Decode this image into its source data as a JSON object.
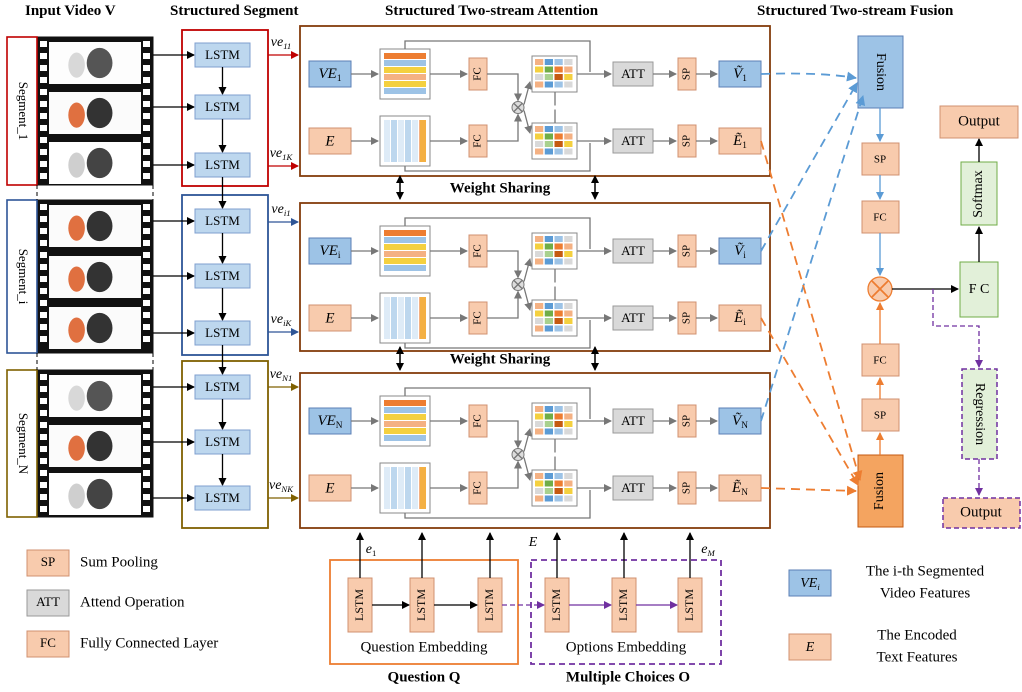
{
  "titles": {
    "input_video": "Input Video V",
    "structured_segment": "Structured Segment",
    "two_stream_attention": "Structured Two-stream Attention",
    "two_stream_fusion": "Structured Two-stream Fusion"
  },
  "segments": [
    "Segment_1",
    "Segment_i",
    "Segment_N"
  ],
  "lstm_label": "LSTM",
  "ve_labels": [
    {
      "base": "ve",
      "sub": "11"
    },
    {
      "base": "ve",
      "sub": "1K"
    },
    {
      "base": "ve",
      "sub": "i1"
    },
    {
      "base": "ve",
      "sub": "iK"
    },
    {
      "base": "ve",
      "sub": "N1"
    },
    {
      "base": "ve",
      "sub": "NK"
    }
  ],
  "streams": [
    {
      "ve": "VE",
      "ve_sub": "1",
      "v_out": "V",
      "v_sub": "1",
      "e_out": "E",
      "e_sub": "1"
    },
    {
      "ve": "VE",
      "ve_sub": "i",
      "v_out": "V",
      "v_sub": "i",
      "e_out": "E",
      "e_sub": "i"
    },
    {
      "ve": "VE",
      "ve_sub": "N",
      "v_out": "V",
      "v_sub": "N",
      "e_out": "E",
      "e_sub": "N"
    }
  ],
  "e_label": "E",
  "fc": "FC",
  "att": "ATT",
  "sp": "SP",
  "weight_sharing": "Weight Sharing",
  "fusion": "Fusion",
  "output": "Output",
  "softmax": "Softmax",
  "regression": "Regression",
  "fc_big": "F C",
  "question_embedding": "Question Embedding",
  "options_embedding": "Options Embedding",
  "question": "Question Q",
  "multiple_choices": "Multiple Choices O",
  "embed_labels": {
    "e1": "e",
    "e1_sub": "1",
    "E": "E",
    "eM": "e",
    "eM_sub": "M"
  },
  "legend": [
    {
      "key": "SP",
      "text": "Sum Pooling",
      "color": "#f8cbad"
    },
    {
      "key": "ATT",
      "text": "Attend Operation",
      "color": "#d9d9d9"
    },
    {
      "key": "FC",
      "text": "Fully Connected Layer",
      "color": "#f8cbad"
    }
  ],
  "legend_right": [
    {
      "key": "VE",
      "key_sub": "i",
      "line1": "The i-th Segmented",
      "line2": "Video Features"
    },
    {
      "key": "E",
      "line1": "The Encoded",
      "line2": "Text Features"
    }
  ],
  "colors": {
    "segment1": "#c00000",
    "segment_i": "#2e5597",
    "segment_n": "#7f6000",
    "lstm_fill": "#bdd7ee",
    "peach": "#f8cbad",
    "blue_fill": "#9dc3e6",
    "fusion_blue": "#9dc3e6",
    "fusion_orange": "#f4a460",
    "attention_border": "#843c0c",
    "question_border": "#ed7d31",
    "options_border": "#7030a0",
    "dashed_blue": "#5b9bd5",
    "dashed_orange": "#ed7d31",
    "softmax_fill": "#e2f0d9"
  }
}
